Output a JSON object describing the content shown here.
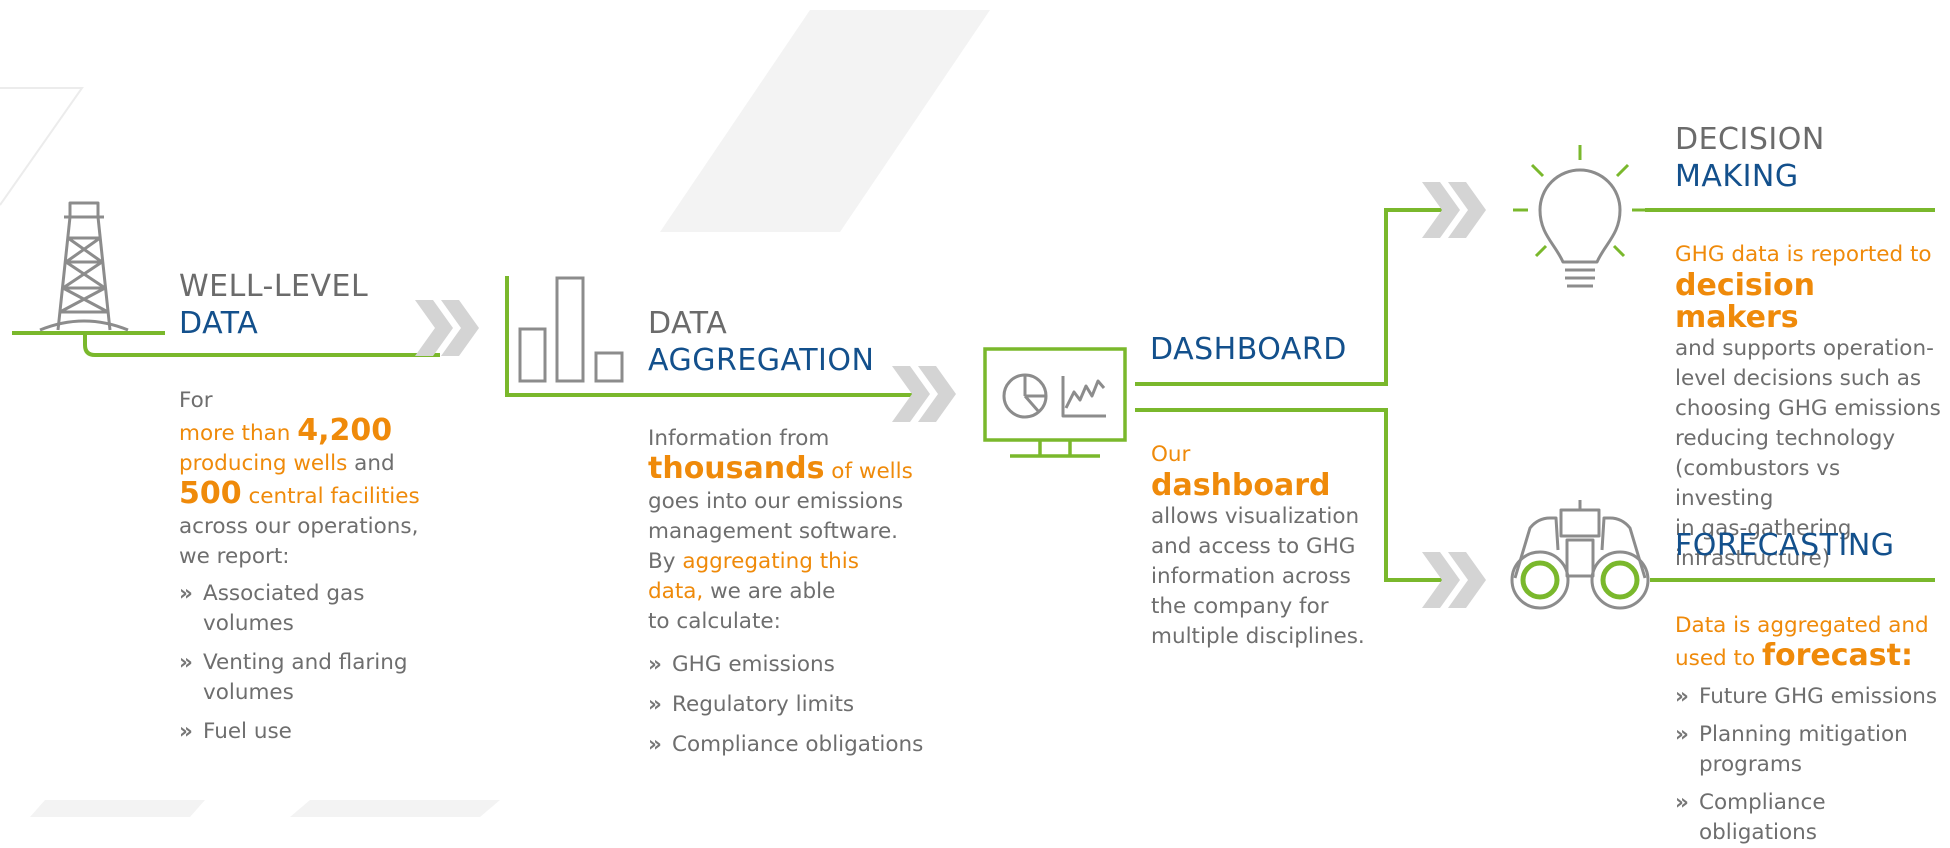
{
  "colors": {
    "green": "#7ab82c",
    "orange": "#ef8a0a",
    "blue": "#13508c",
    "gray": "#6e6e6e",
    "chevron": "#d4d4d4"
  },
  "wells": {
    "title_gray": "WELL-LEVEL",
    "title_blue": "DATA",
    "for": "For",
    "more_than": "more than ",
    "num1": "4,200",
    "producing": "producing wells",
    "and": " and",
    "num2": "500",
    "central": " central facilities",
    "across": "across our operations,",
    "report": "we report:",
    "bullets": [
      "Associated gas volumes",
      "Venting and flaring volumes",
      "Fuel use"
    ]
  },
  "aggregation": {
    "title_gray": "DATA",
    "title_blue": "AGGREGATION",
    "line1": "Information from",
    "thousands": "thousands",
    "of_wells": " of wells",
    "line3": "goes into our emissions",
    "line4": "management software.",
    "by": "By ",
    "agg": "aggregating this",
    "data": "data,",
    "able": " we are able",
    "calc": "to calculate:",
    "bullets": [
      "GHG emissions",
      "Regulatory limits",
      "Compliance obligations"
    ]
  },
  "dashboard": {
    "title": "DASHBOARD",
    "our": "Our",
    "dash": "dashboard",
    "lines": [
      "allows visualization",
      "and access to GHG",
      "information across",
      "the company for",
      "multiple disciplines."
    ]
  },
  "decision": {
    "title_gray": "DECISION",
    "title_blue": "MAKING",
    "ghg": "GHG data is reported to",
    "makers": "decision makers",
    "lines": [
      "and supports operation-",
      "level decisions such as",
      "choosing GHG emissions",
      "reducing technology",
      "(combustors vs investing",
      "in gas-gathering",
      "infrastructure)"
    ]
  },
  "forecast": {
    "title": "FORECASTING",
    "l1": "Data is aggregated and",
    "l2": "used to ",
    "fc": "forecast",
    "colon": ":",
    "bullets": [
      "Future GHG emissions",
      "Planning mitigation programs",
      "Compliance obligations"
    ]
  },
  "bullet_marker": "»"
}
